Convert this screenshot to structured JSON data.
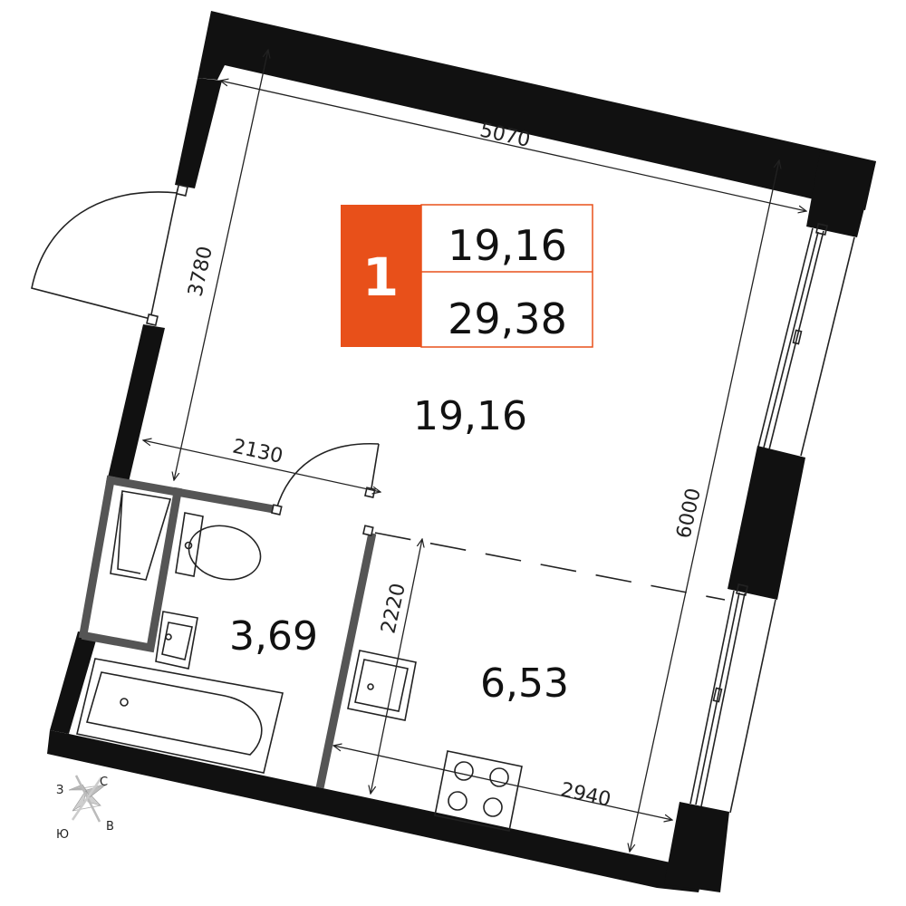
{
  "badge": {
    "rooms": "1",
    "living_area": "19,16",
    "total_area": "29,38",
    "accent_color": "#E8501A"
  },
  "rooms": {
    "main_room_area": "19,16",
    "bathroom_area": "3,69",
    "kitchen_area": "6,53"
  },
  "dimensions": {
    "top_width": "5070",
    "left_height": "3780",
    "corridor_width": "2130",
    "right_height": "6000",
    "kitchen_height": "2220",
    "kitchen_width": "2940"
  },
  "compass": {
    "north": "С",
    "south": "Ю",
    "west": "З",
    "east": "В"
  },
  "colors": {
    "wall": "#111111",
    "partition": "#555555",
    "line": "#222222"
  }
}
